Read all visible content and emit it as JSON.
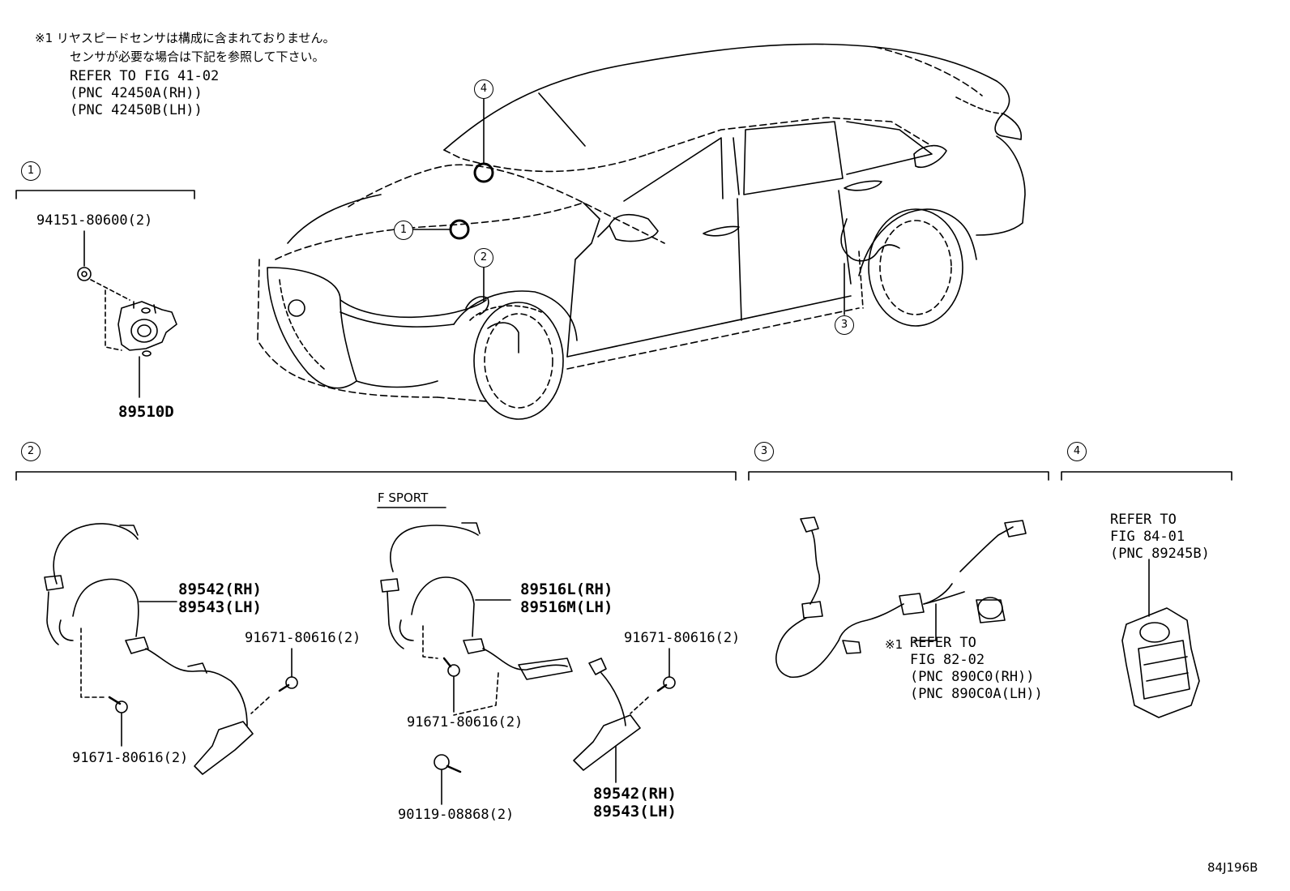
{
  "note": {
    "line1": "※1 リヤスピードセンサは構成に含まれておりません。",
    "line2": "センサが必要な場合は下記を参照して下さい。",
    "line3": "REFER TO FIG 41-02",
    "line4": "(PNC 42450A(RH))",
    "line5": "(PNC 42450B(LH))"
  },
  "callouts": [
    "1",
    "2",
    "3",
    "4"
  ],
  "group1": {
    "bolt_part": "94151-80600(2)",
    "sensor_part": "89510D"
  },
  "group2": {
    "variant_label": "F SPORT",
    "std_sensor_rh": "89542(RH)",
    "std_sensor_lh": "89543(LH)",
    "std_bolt_upper": "91671-80616(2)",
    "std_bolt_lower": "91671-80616(2)",
    "fs_sensor_rh": "89516L(RH)",
    "fs_sensor_lh": "89516M(LH)",
    "fs_bolt_upper": "91671-80616(2)",
    "fs_bolt_mid": "91671-80616(2)",
    "fs_bolt_lower": "90119-08868(2)",
    "fs_sensor2_rh": "89542(RH)",
    "fs_sensor2_lh": "89543(LH)"
  },
  "group3": {
    "mark": "※1",
    "line1": "REFER TO",
    "line2": "FIG 82-02",
    "line3": "(PNC 890C0(RH))",
    "line4": "(PNC 890C0A(LH))"
  },
  "group4": {
    "line1": "REFER TO",
    "line2": "FIG 84-01",
    "line3": "(PNC 89245B)"
  },
  "figure_code": "84J196B"
}
